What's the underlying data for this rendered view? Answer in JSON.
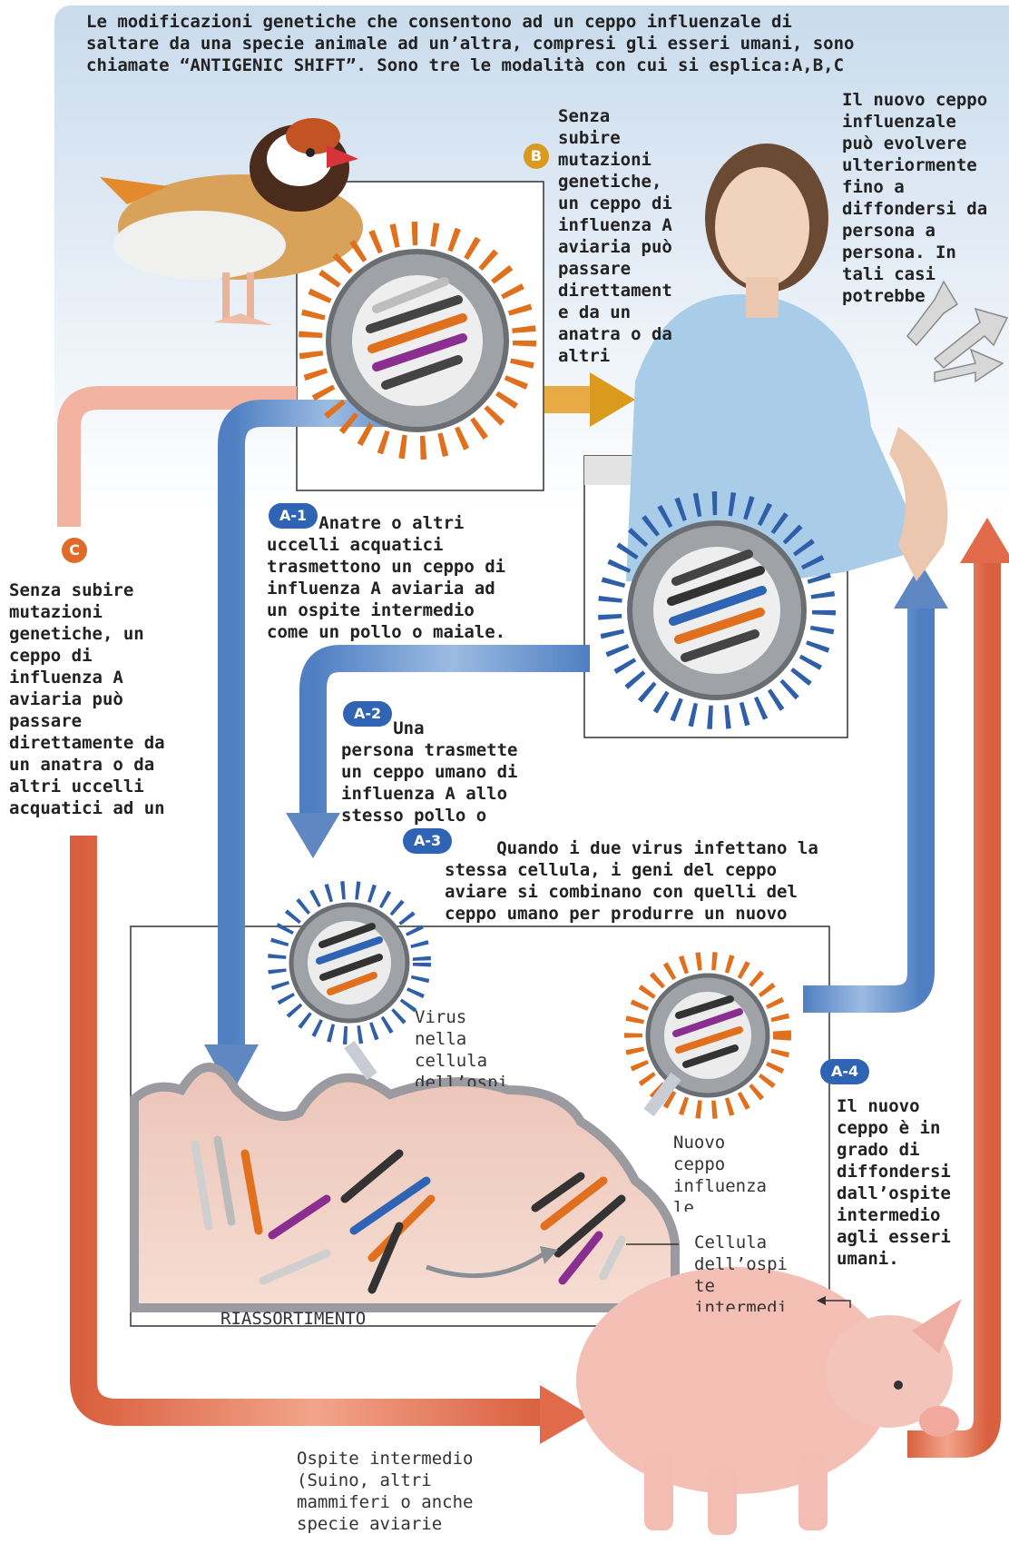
{
  "header": {
    "text": "Le modificazioni genetiche che consentono ad un ceppo influenzale di\nsaltare da una specie animale ad un’altra, compresi gli esseri umani, sono\nchiamate “ANTIGENIC SHIFT”. Sono tre le modalità con cui si esplica:A,B,C"
  },
  "badges": {
    "b": "B",
    "c": "C",
    "a1": "A-1",
    "a2": "A-2",
    "a3": "A-3",
    "a4": "A-4"
  },
  "steps": {
    "b": "Senza\nsubire\nmutazioni\ngenetiche,\nun ceppo di\ninfluenza A\naviaria può\npassare\ndirettament\ne da un\nanatra o da\naltri",
    "evolve": "Il nuovo ceppo\ninfluenzale\npuò evolvere\nulteriormente\nfino a\ndiffondersi da\npersona a\npersona. In\ntali casi\npotrebbe",
    "a1": "     Anatre o altri\nuccelli acquatici\ntrasmettono un ceppo di\ninfluenza A aviaria ad\nun ospite intermedio\ncome un pollo o maiale.",
    "c": "Senza subire\nmutazioni\ngenetiche, un\nceppo di\ninfluenza A\naviaria può\npassare\ndirettamente da\nun anatra o da\naltri uccelli\nacquatici ad un",
    "a2": "     Una\npersona trasmette\nun ceppo umano di\ninfluenza A allo\nstesso pollo o",
    "a3": "     Quando i due virus infettano la\nstessa cellula, i geni del ceppo\naviare si combinano con quelli del\nceppo umano per produrre un nuovo",
    "a4": "Il nuovo\nceppo è in\ngrado di\ndiffondersi\ndall’ospite\nintermedio\nagli esseri\numani."
  },
  "labels": {
    "virus_in_cell": "Virus\nnella\ncellula\ndell’ospi",
    "new_strain": "Nuovo\nceppo\ninfluenza\nle",
    "host_cell": "Cellula\ndell’ospi\nte\nintermedi",
    "reassortment": "RIASSORTIMENTO",
    "intermediate_host": "Ospite intermedio\n(Suino, altri\nmammiferi o anche\nspecie aviarie"
  },
  "colors": {
    "blue_arrow": "#6f97cc",
    "salmon_arrow": "#e57a5a",
    "gold_arrow": "#e2a23a",
    "badge_blue": "#2f63b3",
    "badge_orange": "#e06a2a"
  }
}
